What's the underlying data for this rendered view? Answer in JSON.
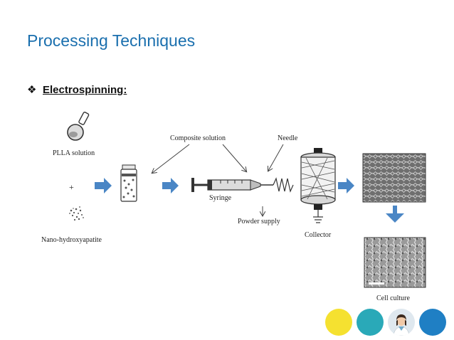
{
  "slide": {
    "title": "Processing Techniques",
    "bullet_text": "Electrospinning:",
    "bullet_glyph": "❖"
  },
  "diagram": {
    "labels": {
      "plla": "PLLA solution",
      "plus": "+",
      "nano": "Nano-hydroxyapatite",
      "composite": "Composite solution",
      "needle": "Needle",
      "syringe": "Syringe",
      "powder": "Powder supply",
      "collector": "Collector",
      "cell": "Cell culture"
    }
  },
  "colors": {
    "title": "#1a6fae",
    "arrow_fill": "#4a86c5",
    "circle_yellow": "#f5e130",
    "circle_teal": "#2aa9b8",
    "circle_blue": "#1f7fc4"
  }
}
